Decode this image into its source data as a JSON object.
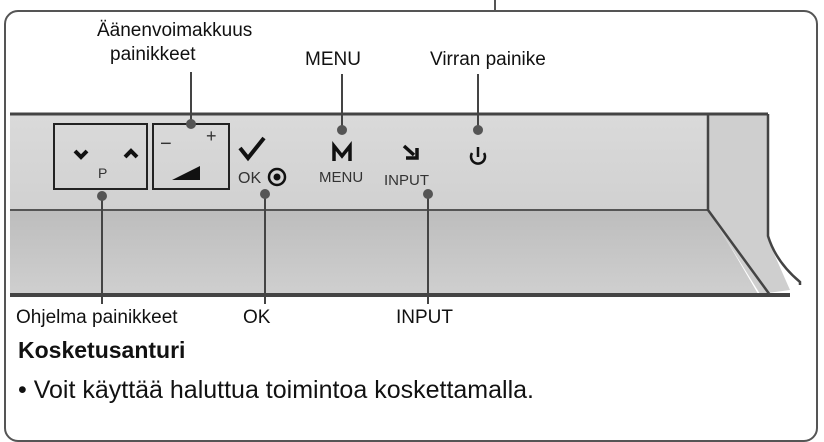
{
  "labels": {
    "volume": [
      "Äänenvoimakkuus",
      "painikkeet"
    ],
    "menu": "MENU",
    "power": "Virran painike",
    "program": "Ohjelma painikkeet",
    "ok": "OK",
    "input": "INPUT"
  },
  "panel": {
    "p_label": "P",
    "vol_minus": "−",
    "vol_plus": "+",
    "ok_text": "OK",
    "menu_text": "MENU",
    "input_text": "INPUT"
  },
  "section": {
    "title": "Kosketusanturi",
    "bullet": "• Voit käyttää haluttua toimintoa koskettamalla."
  },
  "colors": {
    "panel_top": "#d2d2d2",
    "panel_bottom": "#c4c4c4",
    "frame": "#555555",
    "line": "#444444"
  }
}
